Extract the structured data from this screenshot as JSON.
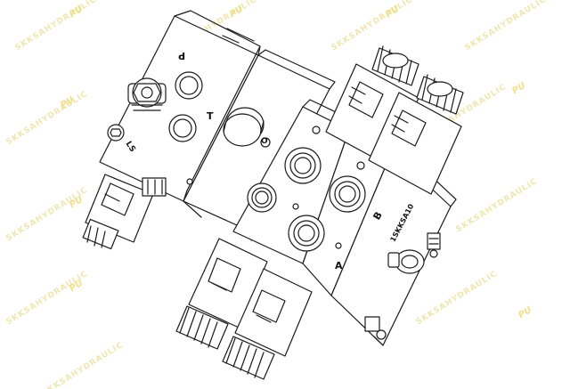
{
  "watermark": {
    "text": "SKKSAHYDRAULIC",
    "suffix": "PU",
    "color": "#efe6b0"
  },
  "port_labels": {
    "p": "P",
    "t": "T",
    "ls": "LS",
    "a": "A",
    "b": "B",
    "o": "O"
  },
  "body_text": "1SKKSA10",
  "line_color": "#1a1a1a"
}
